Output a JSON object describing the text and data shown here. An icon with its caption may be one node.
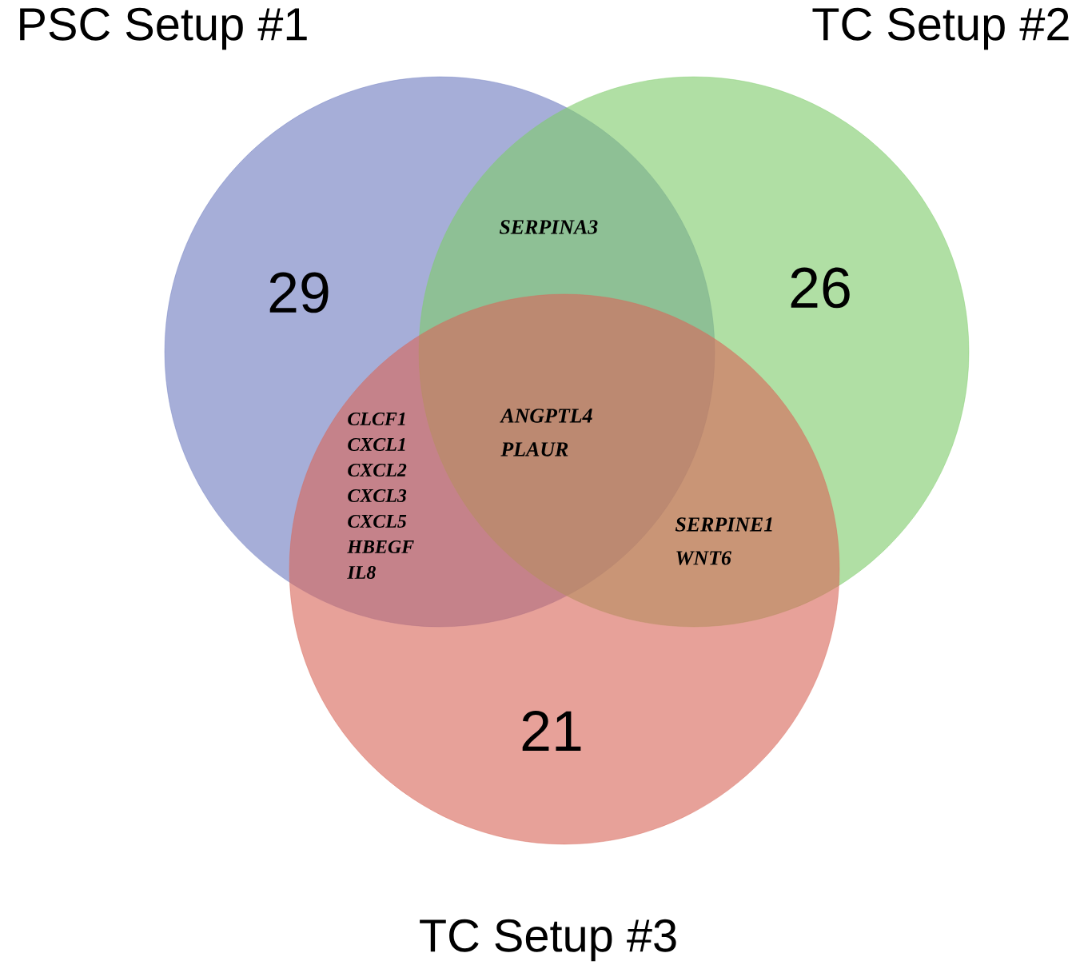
{
  "diagram": {
    "nodes": [
      {
        "text": [
          "PSC Setup #1",
          "29"
        ]
      },
      {
        "text": [
          "TC Setup #2",
          "26"
        ]
      },
      {
        "text": [
          "21",
          "TC Setup #3"
        ]
      }
    ],
    "labels": [
      "SERPINA3",
      "CLCF1",
      "CXCL1",
      "CXCL2",
      "CXCL3",
      "CXCL5",
      "HBEGF",
      "IL8",
      "ANGPTL4",
      "PLAUR",
      "SERPINE1",
      "WNT6"
    ]
  }
}
